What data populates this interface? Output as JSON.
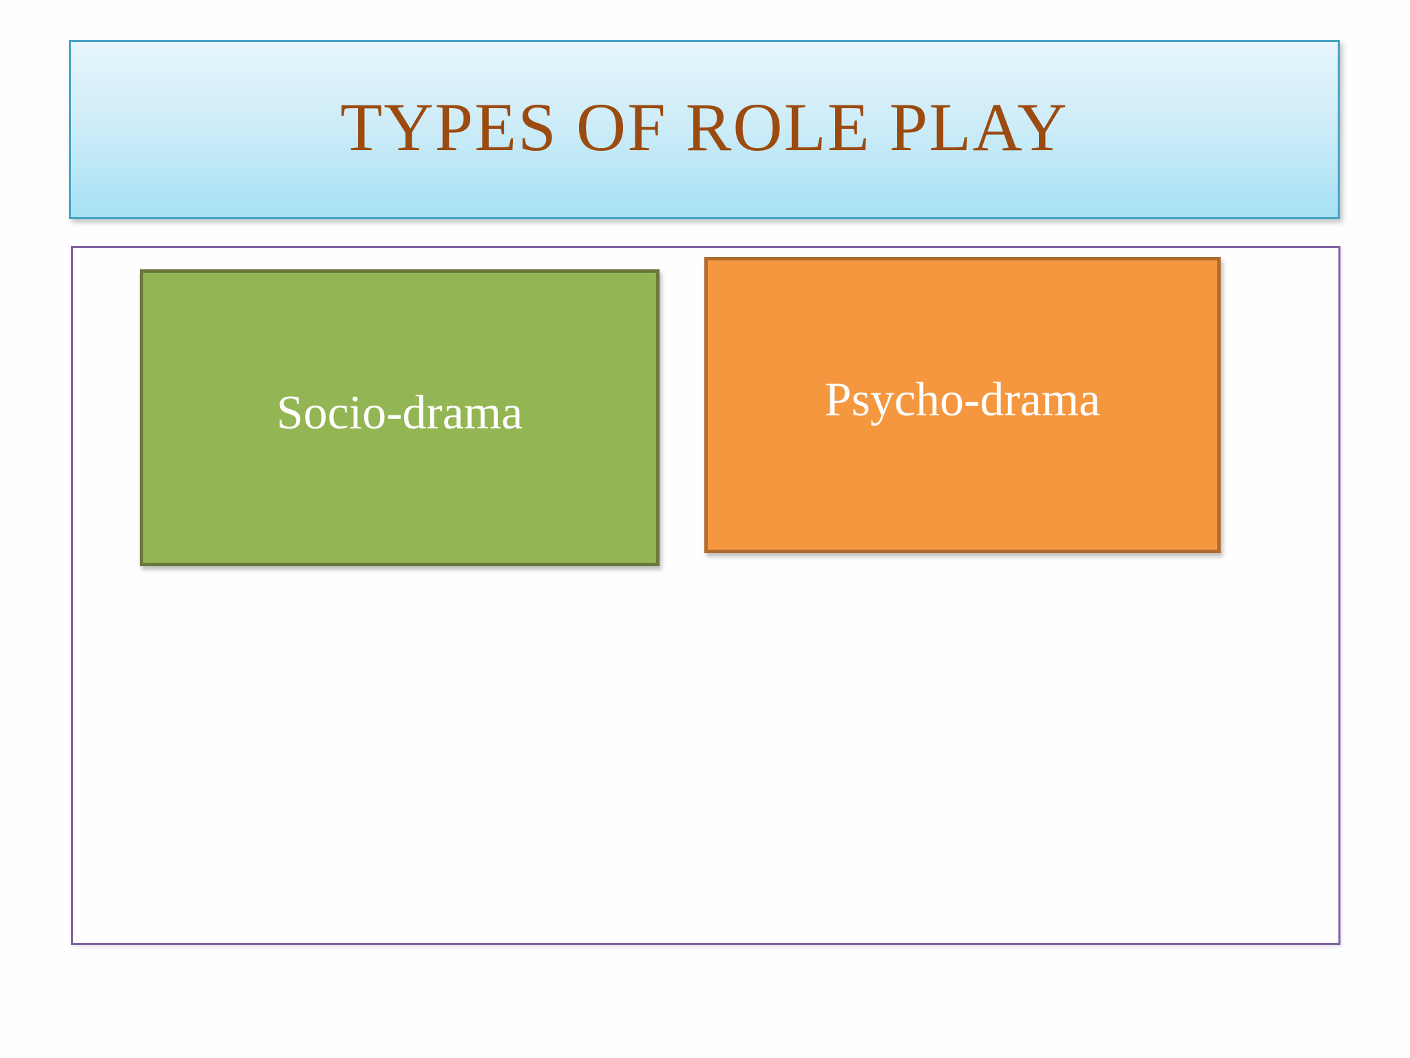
{
  "slide": {
    "title": "TYPES OF ROLE PLAY",
    "types": [
      {
        "id": "socio-drama",
        "label": "Socio-drama"
      },
      {
        "id": "psycho-drama",
        "label": "Psycho-drama"
      }
    ],
    "colors": {
      "background": "#FFFFFF",
      "title_text": "#9C4B10",
      "title_border": "#47A4C4",
      "title_gradient_top": "#E7F6FC",
      "title_gradient_bottom": "#A6E1F4",
      "content_panel_border": "#8064A2",
      "socio_fill": "#94B553",
      "socio_border": "#68793B",
      "psycho_fill": "#F5973F",
      "psycho_border": "#AF6C2E",
      "box_label_text": "#FFFFFF"
    }
  }
}
